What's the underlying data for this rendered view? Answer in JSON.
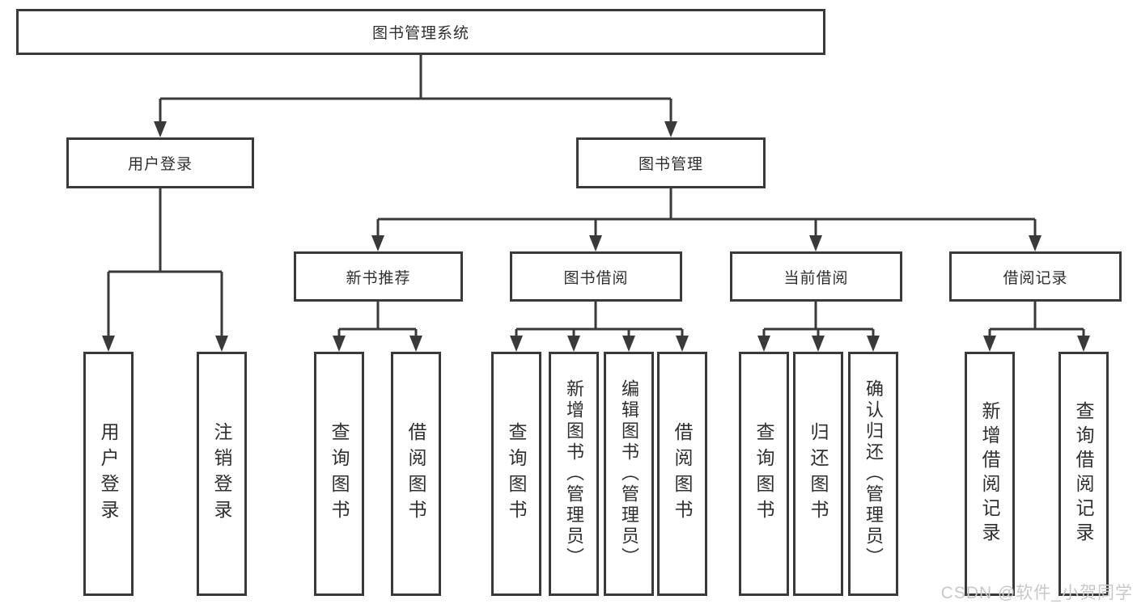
{
  "diagram": {
    "root": "图书管理系统",
    "level2": {
      "user_login": "用户登录",
      "book_management": "图书管理"
    },
    "level3": [
      "新书推荐",
      "图书借阅",
      "当前借阅",
      "借阅记录"
    ],
    "leaves": {
      "user_login": [
        "用户登录",
        "注销登录"
      ],
      "new_book": [
        "查询图书",
        "借阅图书"
      ],
      "book_borrow": [
        "查询图书",
        "新增图书（管理员）",
        "编辑图书（管理员）",
        "借阅图书"
      ],
      "current_borrow": [
        "查询图书",
        "归还图书",
        "确认归还（管理员）"
      ],
      "borrow_record": [
        "新增借阅记录",
        "查询借阅记录"
      ]
    }
  },
  "watermark": "CSDN @软件_小贺同学",
  "colors": {
    "line": "#3a3a3a",
    "text": "#2f2f2f",
    "background": "#ffffff",
    "watermark": "#c8c8c8"
  }
}
